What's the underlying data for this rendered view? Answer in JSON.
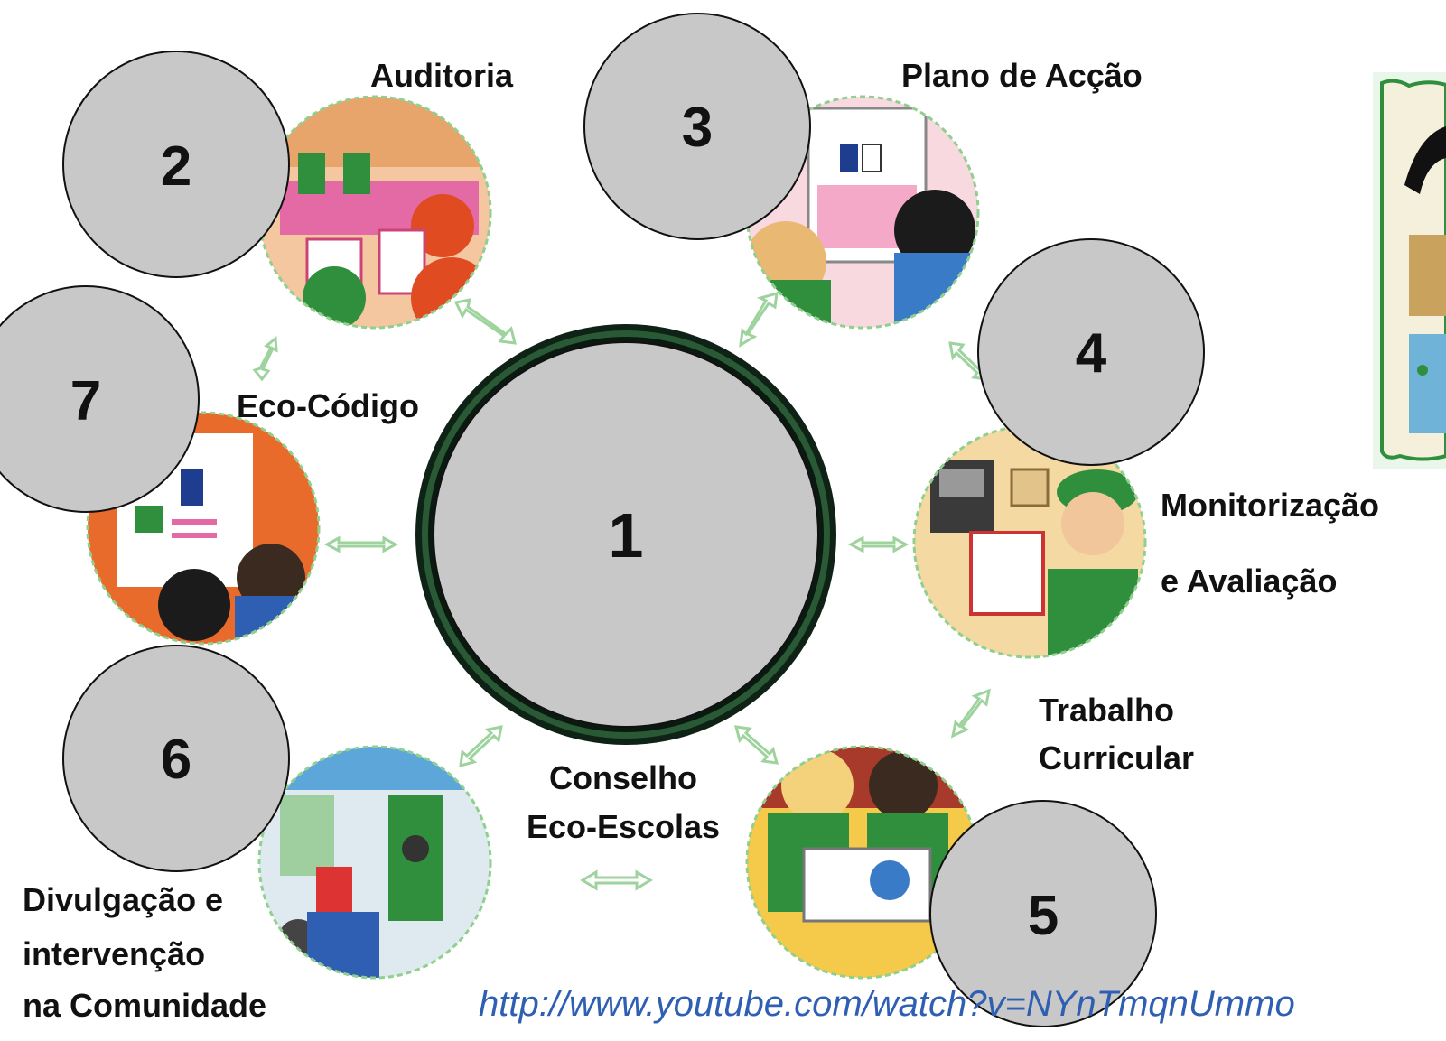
{
  "stages": [
    {
      "number": "1",
      "label": "Conselho\nEco-Escolas"
    },
    {
      "number": "2",
      "label": "Auditoria"
    },
    {
      "number": "3",
      "label": "Plano de Acção"
    },
    {
      "number": "4",
      "label_line1": "Monitorização",
      "label_line2": "e Avaliação"
    },
    {
      "number": "5",
      "label": "Trabalho\nCurricular"
    },
    {
      "number": "6",
      "label_line1": "Divulgação e",
      "label_line2": "intervenção",
      "label_line3": "na Comunidade"
    },
    {
      "number": "7",
      "label": "Eco-Código"
    }
  ],
  "center_label": {
    "line1": "Conselho",
    "line2": "Eco-Escolas"
  },
  "trabalho_label": {
    "line1": "Trabalho",
    "line2": "Curricular"
  },
  "link_text": "http://www.youtube.com/watch?v=NYnTmqnUmmo",
  "colors": {
    "number_circle": "#c8c8c8",
    "ring_outer": "#1d3a24",
    "ring_inner": "#0f2216",
    "arrow": "#9ed39e",
    "link": "#2f5fb3",
    "image_bg": "#e9f6ea"
  }
}
